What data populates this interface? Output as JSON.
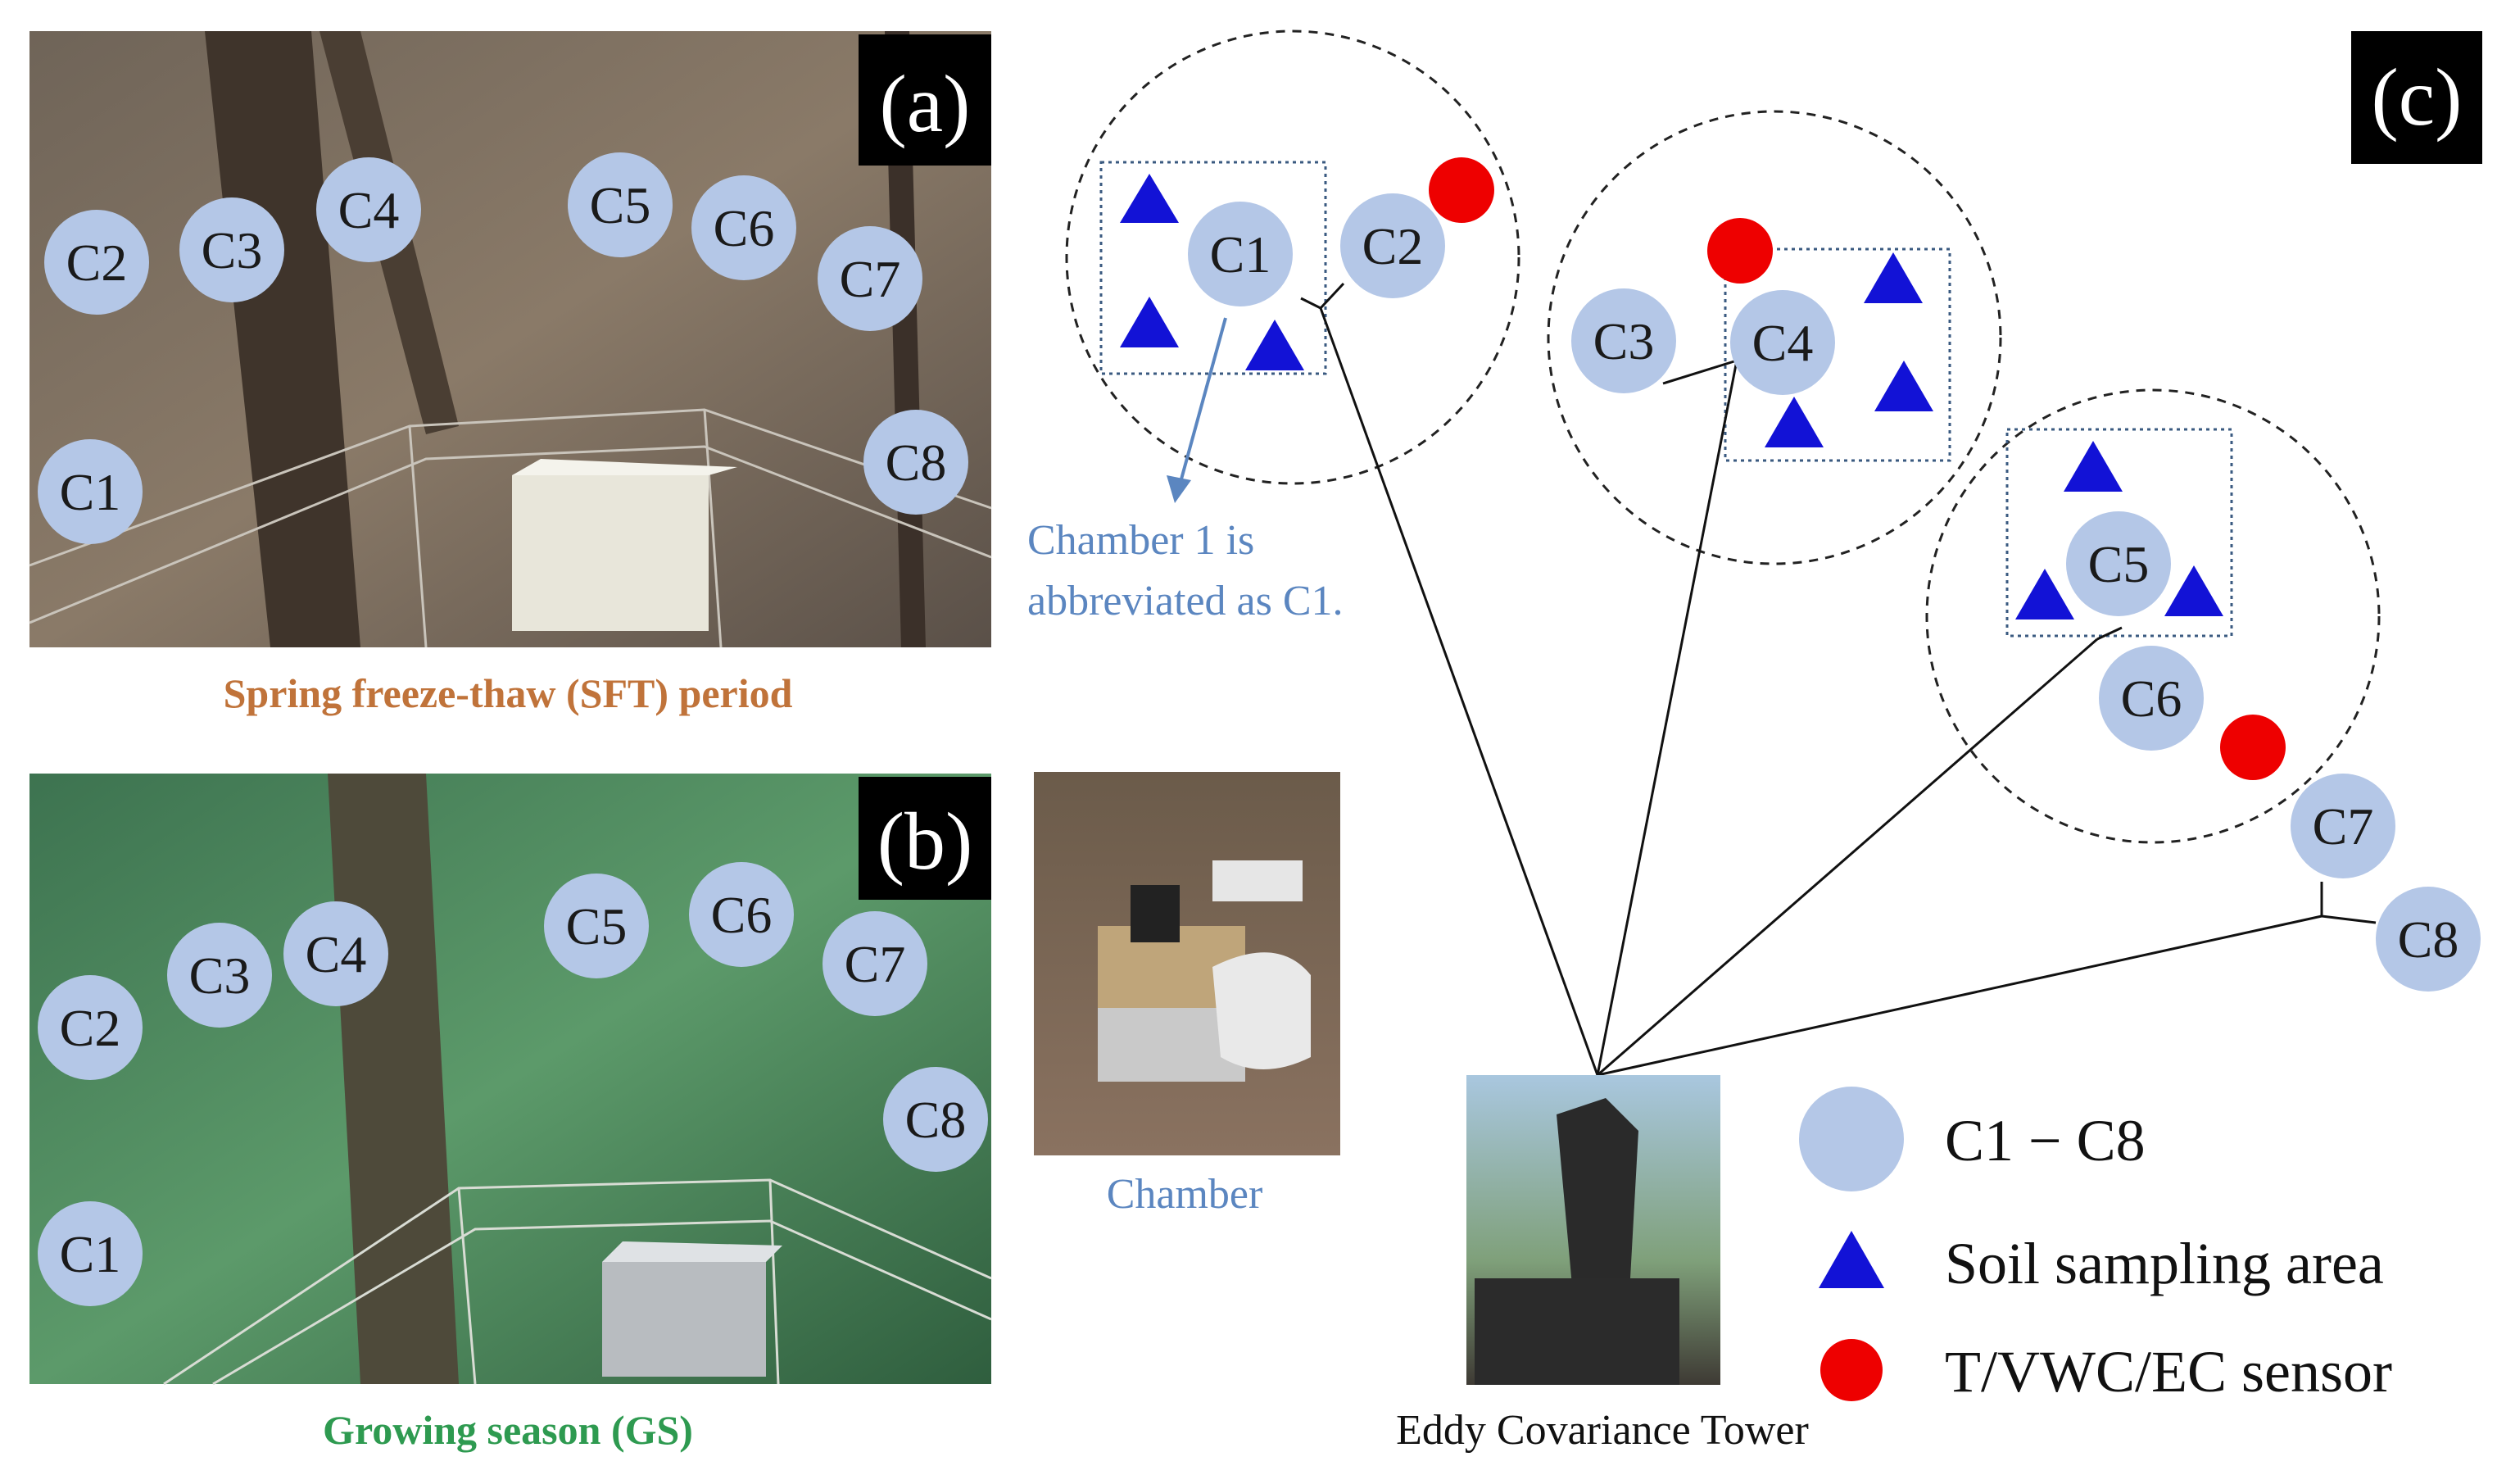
{
  "panels": {
    "a": {
      "tag": "(a)",
      "caption": "Spring freeze-thaw (SFT) period"
    },
    "b": {
      "tag": "(b)",
      "caption": "Growing season (GS)"
    },
    "c": {
      "tag": "(c)"
    }
  },
  "chamber_photo": {
    "caption": "Chamber"
  },
  "tower_photo": {
    "caption": "Eddy Covariance Tower"
  },
  "annotation": {
    "line1": "Chamber 1 is",
    "line2": "abbreviated as C1."
  },
  "chambers": [
    "C1",
    "C2",
    "C3",
    "C4",
    "C5",
    "C6",
    "C7",
    "C8"
  ],
  "legend": {
    "chambers": "C1 − C8",
    "soil": "Soil sampling area",
    "sensor": "T/VWC/EC sensor"
  },
  "colors": {
    "chamber_fill": "#b4c7e7",
    "soil_triangle": "#1212d6",
    "sensor_dot": "#ee0000",
    "sft_text": "#c0733a",
    "gs_text": "#2e9a50",
    "annotation_text": "#5b86c0"
  }
}
